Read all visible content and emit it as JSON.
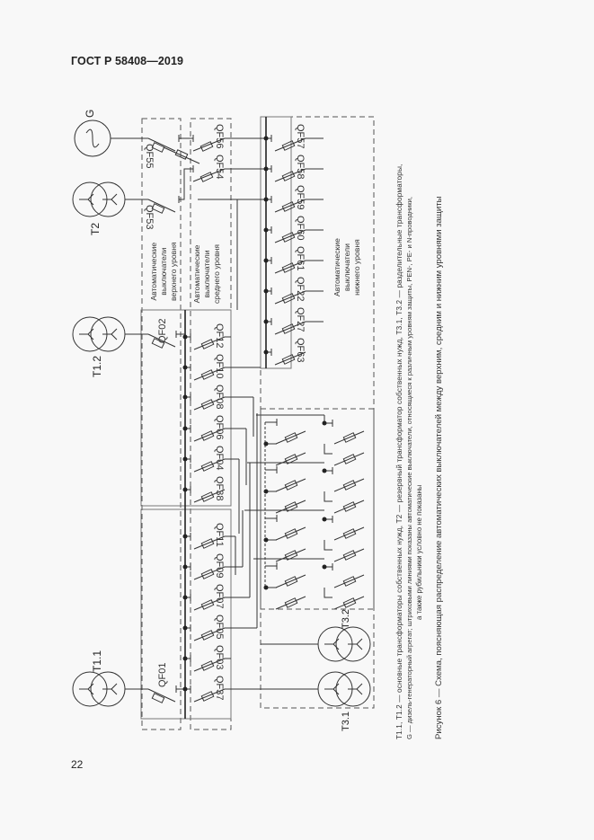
{
  "header": {
    "title": "ГОСТ Р 58408—2019"
  },
  "page_number": "22",
  "figure": {
    "caption": "Рисунок 6 — Схема, поясняющая распределение автоматических выключателей между верхним, средним и нижним уровнями защиты",
    "notes": {
      "line1": "Т1.1, Т1.2 — основные трансформаторы собственных нужд, Т2 — резервный трансформатор собственных нужд, Т3.1, Т3.2 — разделительные трансформаторы,",
      "line2": "G — дизель-генераторный агрегат; штриховыми линиями показаны автоматические выключатели, относящиеся к различным уровням защиты, PEN-, PE- и N-проводники,",
      "line3": "а также рубильники условно не показаны"
    },
    "sources": {
      "generator": "G",
      "t2": "T2",
      "t1_1": "T1.1",
      "t1_2": "T1.2",
      "t3_1": "T3.1",
      "t3_2": "T3.2"
    },
    "zones": {
      "upper": [
        "Автоматические",
        "выключатели",
        "верхнего уровня"
      ],
      "middle": [
        "Автоматические",
        "выключатели",
        "среднего уровня"
      ],
      "lower": [
        "Автоматические",
        "выключатели",
        "нижнего уровня"
      ]
    },
    "breakers": {
      "upper": [
        "QF55",
        "QF53",
        "QF02",
        "QF01"
      ],
      "upper_middle": [
        "QF56",
        "QF54"
      ],
      "middle_bus2": [
        "QF12",
        "QF10",
        "QF08",
        "QF06",
        "QF04",
        "QF38"
      ],
      "middle_bus1": [
        "QF11",
        "QF09",
        "QF07",
        "QF05",
        "QF03",
        "QF37"
      ],
      "lower": [
        "QF57",
        "QF58",
        "QF59",
        "QF60",
        "QF61",
        "QF22",
        "QF27",
        "QF63"
      ]
    }
  }
}
